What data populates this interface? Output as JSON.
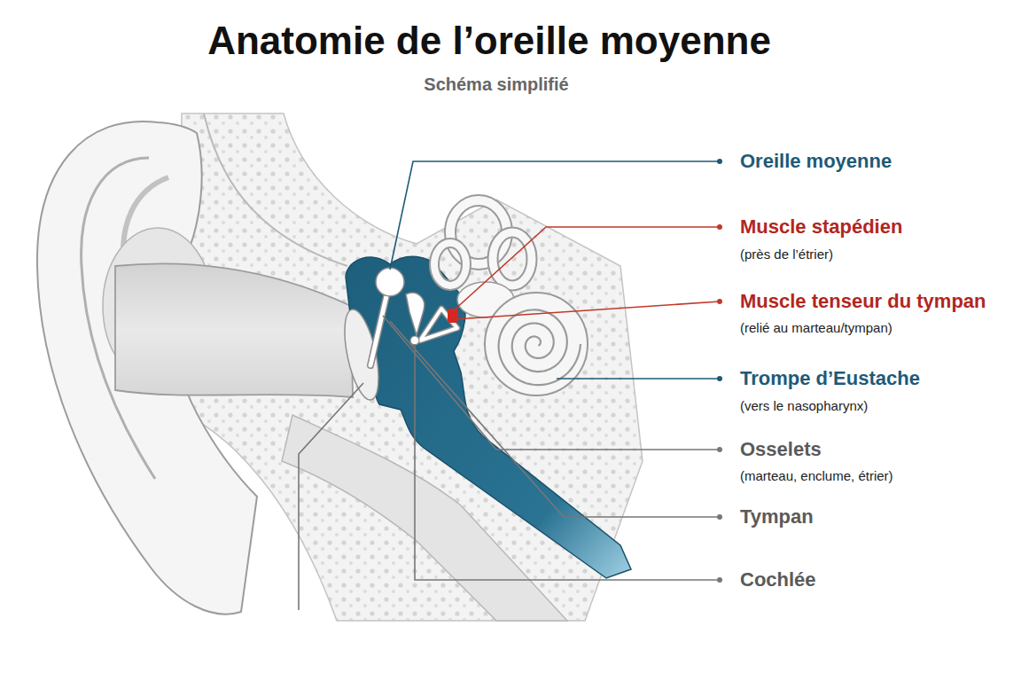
{
  "diagram": {
    "title": "Anatomie de l’oreille moyenne",
    "labels": [
      "Schéma simplifié",
      "Oreille moyenne",
      "Muscle stapédien",
      "(près de l’étrier)",
      "Muscle tenseur du tympan",
      "(relié au marteau/tympan)",
      "Trompe d’Eustache",
      "(vers le nasopharynx)",
      "Osselets",
      "(marteau, enclume, étrier)",
      "Tympan",
      "Cochlée"
    ]
  }
}
